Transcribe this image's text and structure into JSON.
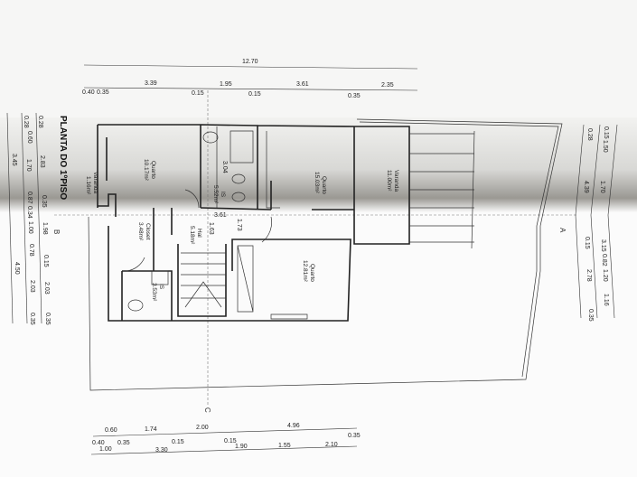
{
  "title": "PLANTA DO 1ºPISO",
  "rooms": {
    "quarto1": {
      "name": "Quarto",
      "area": "10.17m²"
    },
    "varanda_left": {
      "name": "Varanda",
      "area": "1.16m²"
    },
    "is1": {
      "name": "IS",
      "area": "5.52m²"
    },
    "quarto2": {
      "name": "Quarto",
      "area": "15.03m²"
    },
    "varanda": {
      "name": "Varanda",
      "area": "11.00m²"
    },
    "closet": {
      "name": "Closet",
      "area": "3.48m²"
    },
    "hal": {
      "name": "Hal",
      "area": "5.18m²"
    },
    "is2": {
      "name": "IS",
      "area": "3.53m²"
    },
    "quarto3": {
      "name": "Quarto",
      "area": "12.81m²"
    }
  },
  "inner_dims": [
    "3.04",
    "3.61",
    "1.63",
    "1.73"
  ],
  "axes": {
    "a": "A",
    "b": "B",
    "c": "C"
  },
  "top_dims": {
    "total": "12.70",
    "row2": [
      "0.40",
      "0.35",
      "3.39",
      "0.15",
      "1.95",
      "0.15",
      "3.61",
      "0.35",
      "2.35"
    ]
  },
  "bottom_dims": {
    "row1": [
      "0.60",
      "1.74",
      "0.15",
      "2.00",
      "0.15",
      "4.96",
      "0.35",
      "0.40",
      "0.35"
    ],
    "row2": [
      "1.00",
      "3.30",
      "1.90",
      "1.55",
      "2.10"
    ]
  },
  "left_dims": {
    "outer": [
      "3.45",
      "4.50"
    ],
    "middle": [
      "0.28",
      "0.60",
      "1.70",
      "0.87",
      "0.34",
      "1.00",
      "0.78",
      "2.03",
      "0.35"
    ],
    "inner": [
      "0.28",
      "2.83",
      "0.35",
      "1.98",
      "0.15",
      "2.03",
      "0.35"
    ]
  },
  "right_dims": {
    "inner": [
      "0.28",
      "4.39",
      "0.15",
      "2.78",
      "0.35"
    ],
    "outer": [
      "0.15",
      "1.50",
      "1.70",
      "3.15",
      "0.82",
      "1.20",
      "1.16"
    ]
  }
}
